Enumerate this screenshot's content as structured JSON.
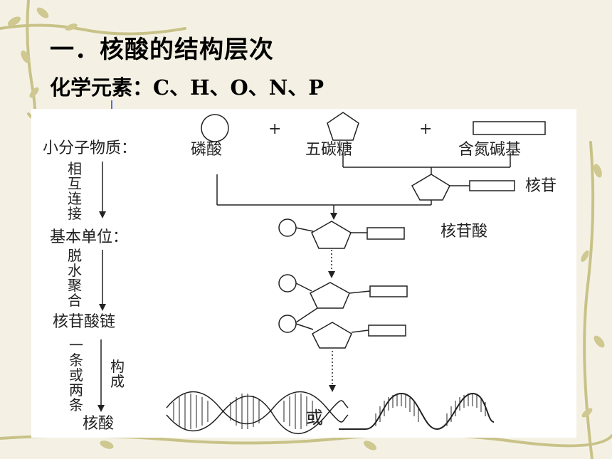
{
  "title": "一．核酸的结构层次",
  "elements_line": "化学元素：C、H、O、N、P",
  "diagram": {
    "stages": {
      "small_molecules": "小分子物质：",
      "basic_unit": "基本单位：",
      "chain": "核苷酸链",
      "nucleic_acid": "核酸"
    },
    "components": {
      "phosphate": "磷酸",
      "pentose": "五碳糖",
      "base": "含氮碱基",
      "plus": "+"
    },
    "products": {
      "nucleoside": "核苷",
      "nucleotide": "核苷酸"
    },
    "arrows": {
      "connect": "相互连接",
      "dehydrate": "脱水聚合",
      "one_or_two": "一条或两条",
      "form": "构成"
    },
    "or_label": "或"
  },
  "colors": {
    "background": "#f4f1e4",
    "vine": "#c9c288",
    "ink": "#222222",
    "accent_arrow": "#1c3fd6"
  }
}
